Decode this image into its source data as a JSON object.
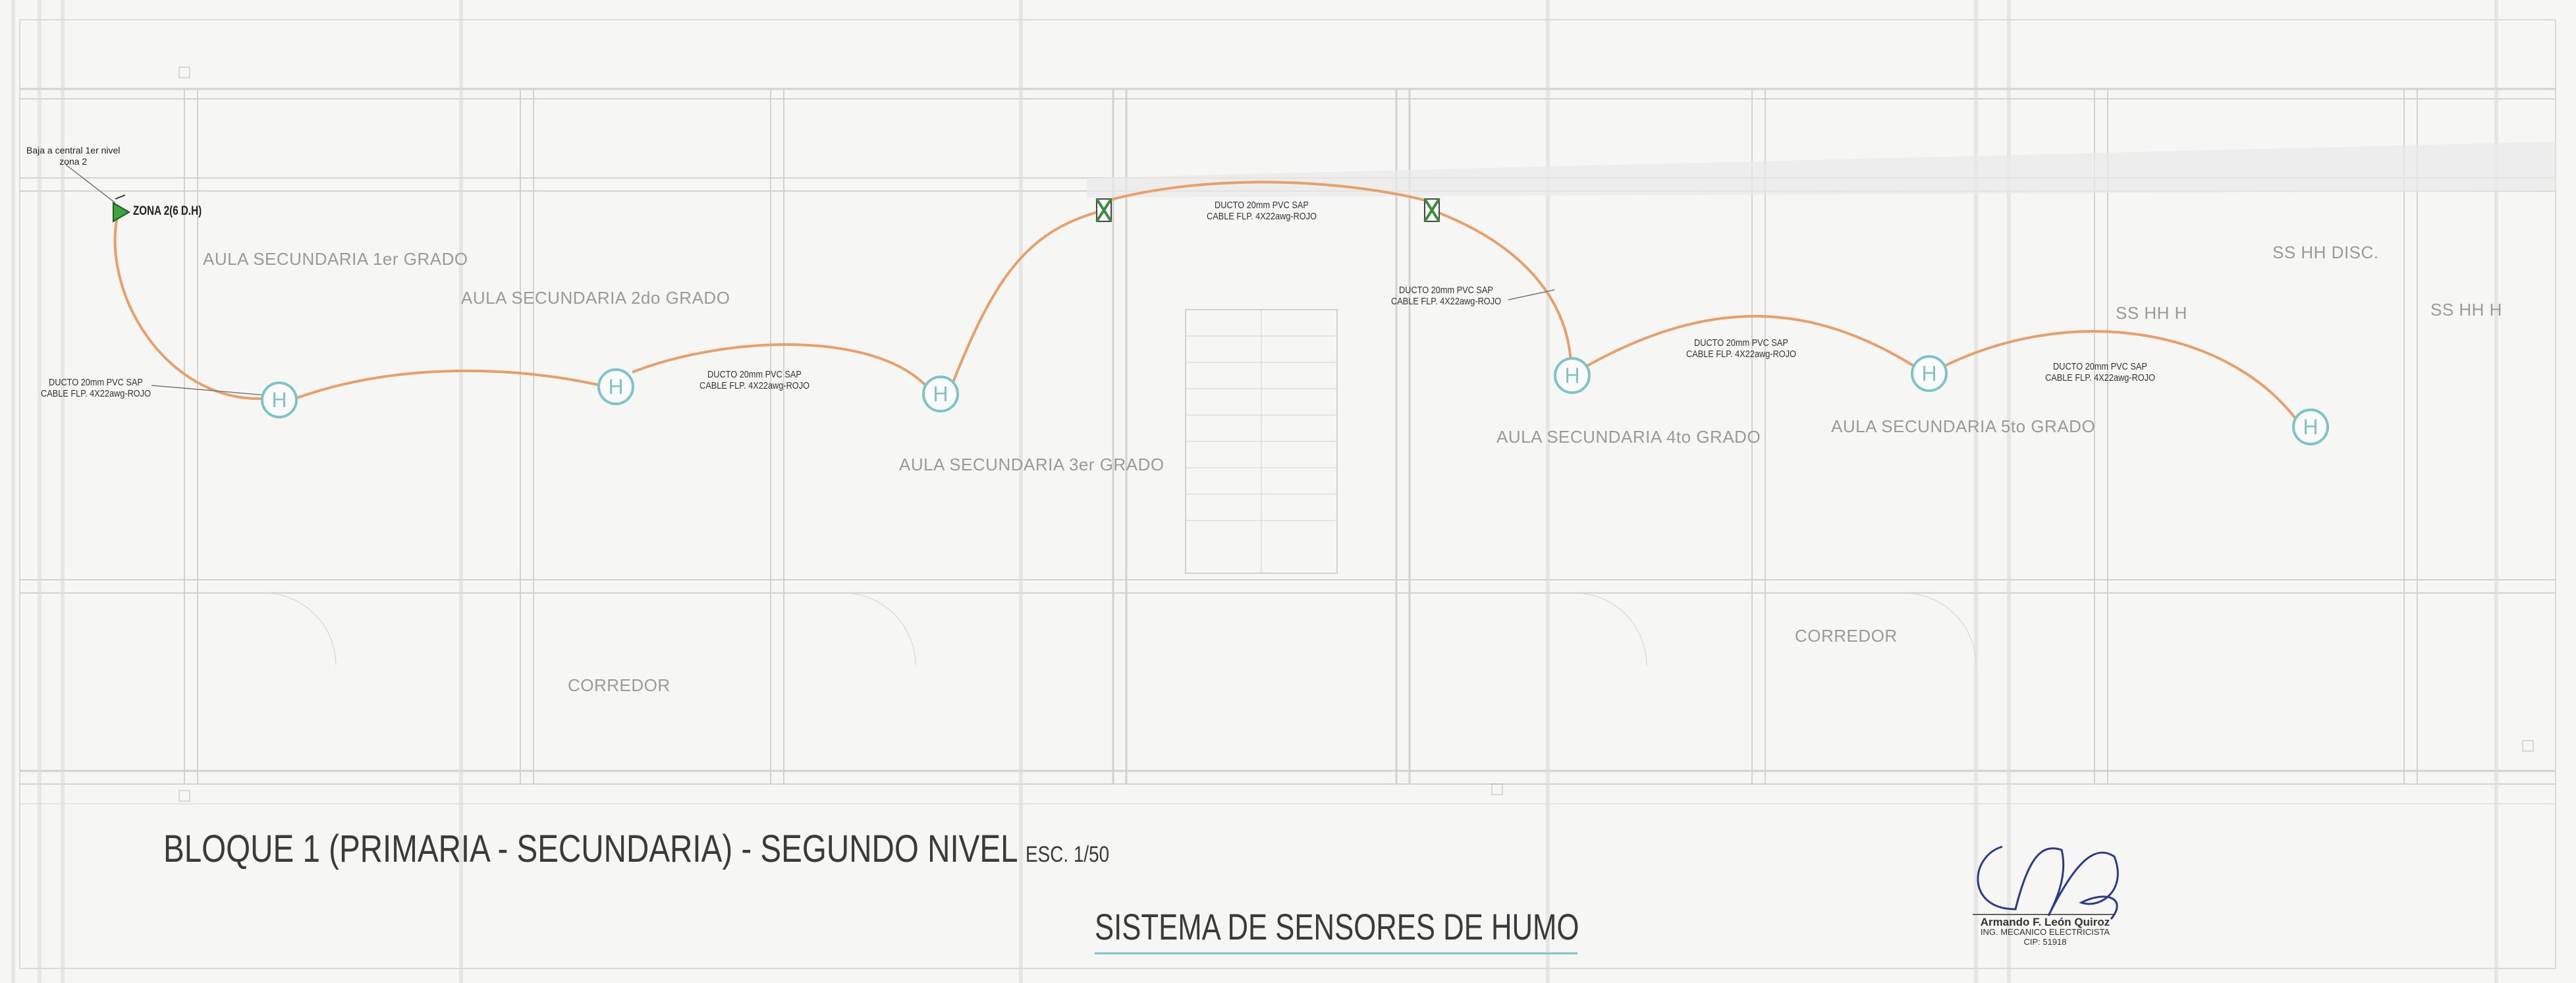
{
  "rooms": {
    "aula1": "AULA SECUNDARIA 1er GRADO",
    "aula2": "AULA SECUNDARIA 2do GRADO",
    "aula3": "AULA SECUNDARIA 3er GRADO",
    "aula4": "AULA SECUNDARIA 4to GRADO",
    "aula5": "AULA SECUNDARIA 5to GRADO",
    "ss_disc": "SS HH DISC.",
    "ss_1": "SS HH H",
    "ss_2": "SS HH H",
    "corredor1": "CORREDOR",
    "corredor2": "CORREDOR"
  },
  "notes": {
    "baja_line1": "Baja a central 1er nivel",
    "baja_line2": "zona 2",
    "zona": "ZONA 2(6 D.H)"
  },
  "ducts": [
    {
      "line1": "DUCTO 20mm PVC SAP",
      "line2": "CABLE FLP. 4X22awg-ROJO"
    },
    {
      "line1": "DUCTO 20mm PVC SAP",
      "line2": "CABLE FLP. 4X22awg-ROJO"
    },
    {
      "line1": "DUCTO 20mm PVC SAP",
      "line2": "CABLE FLP. 4X22awg-ROJO"
    },
    {
      "line1": "DUCTO 20mm PVC SAP",
      "line2": "CABLE FLP. 4X22awg-ROJO"
    },
    {
      "line1": "DUCTO 20mm PVC SAP",
      "line2": "CABLE FLP. 4X22awg-ROJO"
    },
    {
      "line1": "DUCTO 20mm PVC SAP",
      "line2": "CABLE FLP. 4X22awg-ROJO"
    }
  ],
  "sensors": {
    "symbol": "H",
    "count": 6
  },
  "titles": {
    "main": "BLOQUE 1 (PRIMARIA - SECUNDARIA)  - SEGUNDO NIVEL",
    "scale": "ESC. 1/50",
    "subtitle": "SISTEMA DE SENSORES DE HUMO"
  },
  "stamp": {
    "name": "Armando F. León Quiroz",
    "role": "ING. MECANICO ELECTRICISTA",
    "cip": "CIP: 51918"
  },
  "colors": {
    "conduit": "#e8a06a",
    "sensor": "#7cc4c8",
    "panel": "#4caf50",
    "background": "#f6f6f4"
  }
}
